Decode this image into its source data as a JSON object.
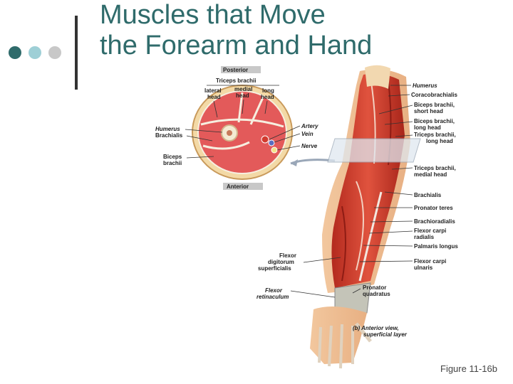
{
  "slide": {
    "title_line1": "Muscles that Move",
    "title_line2": "the Forearm and Hand",
    "figure_ref": "Figure 11-16b",
    "bullet_colors": [
      "#2f6b6b",
      "#9ecfd6",
      "#c8c8c8"
    ]
  },
  "cross_section": {
    "posterior": "Posterior",
    "anterior": "Anterior",
    "triceps": "Triceps brachii",
    "lateral_1": "lateral",
    "lateral_2": "head",
    "medial_1": "medial",
    "medial_2": "head",
    "long_1": "long",
    "long_2": "head",
    "humerus": "Humerus",
    "brachialis": "Brachialis",
    "biceps_1": "Biceps",
    "biceps_2": "brachii",
    "artery": "Artery",
    "vein": "Vein",
    "nerve": "Nerve"
  },
  "arm_labels": {
    "humerus": "Humerus",
    "coracobrachialis": "Coracobrachialis",
    "biceps_short_1": "Biceps brachii,",
    "biceps_short_2": "short head",
    "biceps_long_1": "Biceps brachii,",
    "biceps_long_2": "long head",
    "triceps_long_1": "Triceps brachii,",
    "triceps_long_2": "long head",
    "triceps_medial_1": "Triceps brachii,",
    "triceps_medial_2": "medial head",
    "brachialis": "Brachialis",
    "pronator_teres": "Pronator teres",
    "brachioradialis": "Brachioradialis",
    "fcr_1": "Flexor carpi",
    "fcr_2": "radialis",
    "palmaris": "Palmaris longus",
    "fcu_1": "Flexor carpi",
    "fcu_2": "ulnaris",
    "fds_1": "Flexor",
    "fds_2": "digitorum",
    "fds_3": "superficialis",
    "retin_1": "Flexor",
    "retin_2": "retinaculum",
    "pq_1": "Pronator",
    "pq_2": "quadratus",
    "view_1": "(b) Anterior view,",
    "view_2": "superficial layer"
  }
}
